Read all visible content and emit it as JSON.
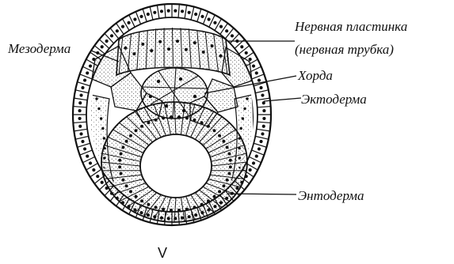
{
  "labels": {
    "neural_plate": "Нервная пластинка",
    "neural_tube": "(нервная трубка)",
    "mesoderm": "Мезодерма",
    "notochord": "Хорда",
    "ectoderm": "Эктодерма",
    "endoderm": "Энтодерма"
  },
  "figure_number": "V",
  "colors": {
    "ink": "#111111",
    "stipple": "#1a1a1a",
    "background": "#ffffff"
  }
}
